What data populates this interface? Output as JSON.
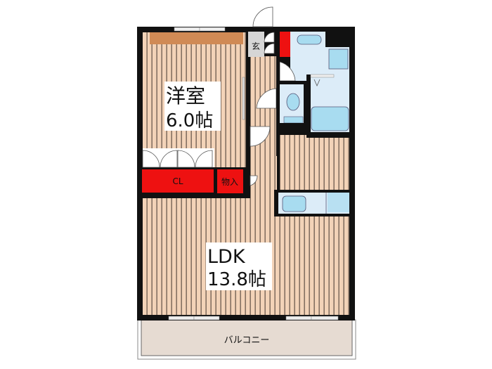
{
  "floorplan": {
    "rooms": {
      "western_room": {
        "name": "洋室",
        "size": "6.0帖"
      },
      "ldk": {
        "name": "LDK",
        "size": "13.8帖"
      },
      "closet": {
        "name": "CL"
      },
      "storage": {
        "name": "物入"
      },
      "entrance": {
        "name": "玄"
      },
      "balcony": {
        "name": "バルコニー"
      }
    },
    "colors": {
      "wall": "#111111",
      "floor": "#f3d3b8",
      "floor_stripe": "#6b5a4e",
      "storage_red": "#ee1111",
      "wet_area": "#dcecf8",
      "fixture": "#a8dcf0",
      "entrance_gray": "#d6d6d6",
      "balcony": "#e6dbd2",
      "bed_strip": "#d08a55"
    }
  }
}
